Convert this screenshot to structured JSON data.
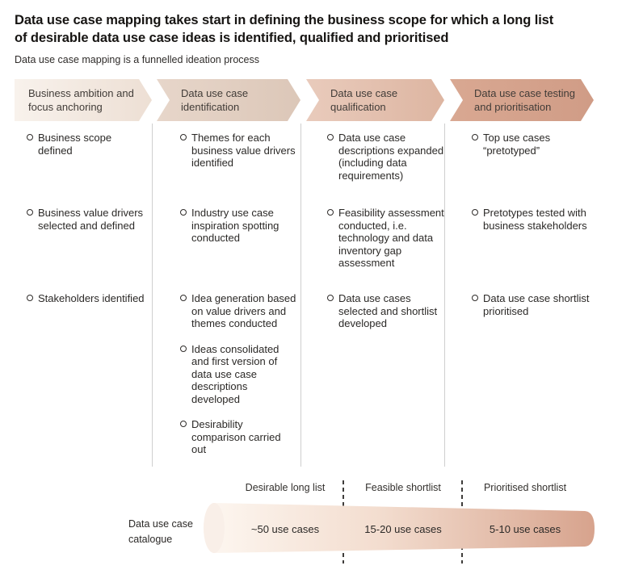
{
  "title": {
    "line1": "Data use case mapping takes start in defining the business scope for which a long list",
    "line2": "of desirable data use case ideas is identified, qualified and prioritised"
  },
  "subtitle": "Data use case mapping is a funnelled ideation process",
  "phases": [
    {
      "label": "Business ambition and focus anchoring",
      "color_start": "#f8f2ec",
      "color_end": "#eddfd4",
      "items": [
        "Business scope defined",
        "Business value drivers selected and defined",
        "Stakeholders identified"
      ]
    },
    {
      "label": "Data use case identification",
      "color_start": "#e7d6ca",
      "color_end": "#dcc7b8",
      "items": [
        "Themes for each business value drivers identified",
        "Industry use case inspiration spotting conducted",
        "Idea generation based on value drivers and themes conducted",
        "Ideas consolidated and first version of data use case descriptions developed",
        "Desirability comparison carried out"
      ]
    },
    {
      "label": "Data use case qualification",
      "color_start": "#e9cbbc",
      "color_end": "#ddb5a1",
      "items": [
        "Data use case descriptions expanded (including data requirements)",
        "Feasibility assessment conducted, i.e. technology and data inventory gap assessment",
        "Data use cases selected and shortlist developed"
      ]
    },
    {
      "label": "Data use case testing and prioritisation",
      "color_start": "#d9a892",
      "color_end": "#d09c86",
      "items": [
        "Top use cases “pretotyped”",
        "Pretotypes tested with business stakeholders",
        "Data use case shortlist prioritised"
      ]
    }
  ],
  "funnel": {
    "catalogue_label_line1": "Data use case",
    "catalogue_label_line2": "catalogue",
    "segments": [
      {
        "label": "Desirable long list",
        "value": "~50 use cases"
      },
      {
        "label": "Feasible shortlist",
        "value": "15-20 use cases"
      },
      {
        "label": "Prioritised shortlist",
        "value": "5-10 use cases"
      }
    ],
    "gradient_start": "#fdf7f1",
    "gradient_mid": "#f3ddcf",
    "gradient_end": "#d7a38d",
    "cap_color": "#f9efe8"
  }
}
